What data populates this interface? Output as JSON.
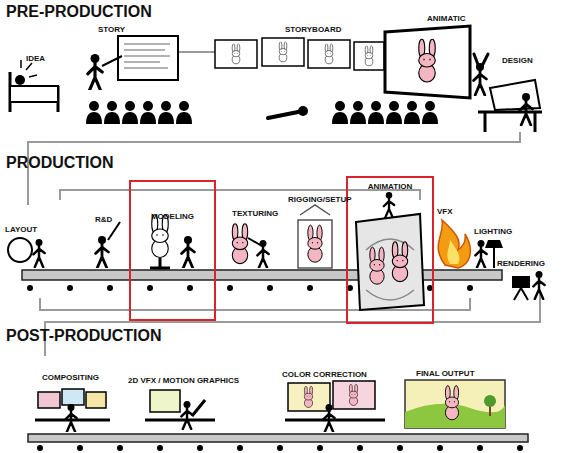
{
  "diagram": {
    "nodes": [
      {
        "text": [
          "MODELING"
        ]
      },
      {
        "text": [
          "ANIMATION"
        ]
      }
    ],
    "labels": [
      "PRE-PRODUCTION",
      "IDEA",
      "STORY",
      "STORYBOARD",
      "ANIMATIC",
      "DESIGN",
      "PRODUCTION",
      "LAYOUT",
      "R&D",
      "TEXTURING",
      "RIGGING/SETUP",
      "VFX",
      "LIGHTING",
      "RENDERING",
      "POST-PRODUCTION",
      "COMPOSITING",
      "2D VFX / MOTION GRAPHICS",
      "COLOR CORRECTION",
      "FINAL OUTPUT"
    ]
  }
}
